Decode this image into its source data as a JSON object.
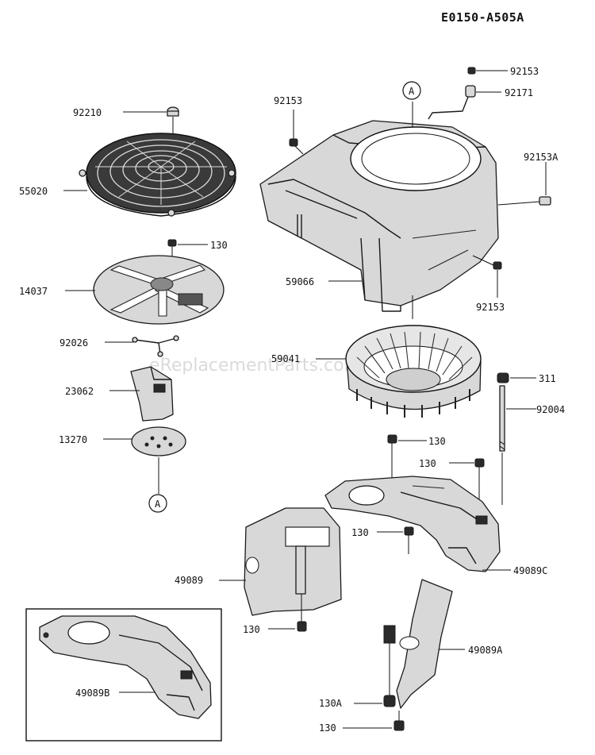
{
  "diagram": {
    "code": "E0150-A505A",
    "watermark": "eReplacementParts.com",
    "ref_marker": "A",
    "labels": {
      "p92210": "92210",
      "p55020": "55020",
      "p130_screen": "130",
      "p14037": "14037",
      "p92026": "92026",
      "p23062": "23062",
      "p13270": "13270",
      "p92153_left": "92153",
      "p92153_top": "92153",
      "p92171": "92171",
      "p92153A": "92153A",
      "p92153_right": "92153",
      "p59066": "59066",
      "p59041": "59041",
      "p311": "311",
      "p92004": "92004",
      "p130_a": "130",
      "p130_b": "130",
      "p130_c": "130",
      "p49089C": "49089C",
      "p49089": "49089",
      "p130_d": "130",
      "p49089A": "49089A",
      "p130A": "130A",
      "p130_e": "130",
      "p49089B": "49089B"
    }
  }
}
